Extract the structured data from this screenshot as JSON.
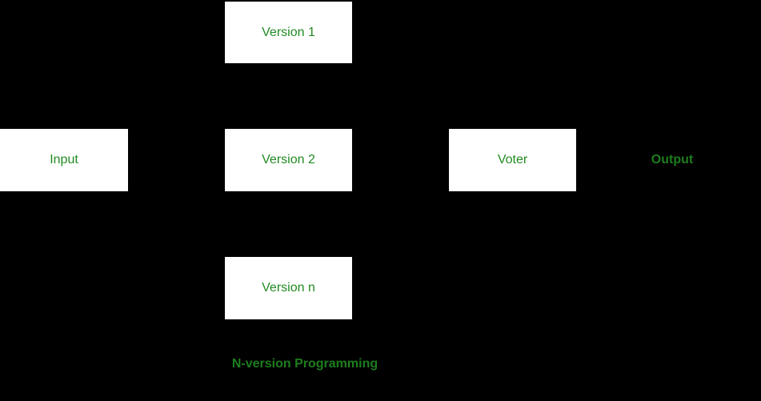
{
  "diagram": {
    "title": "N-version Programming",
    "nodes": {
      "version1": {
        "label": "Version 1"
      },
      "version2": {
        "label": "Version 2"
      },
      "version_n": {
        "label": "Version n"
      },
      "input": {
        "label": "Input"
      },
      "voter": {
        "label": "Voter"
      },
      "output": {
        "label": "Output"
      }
    },
    "colors": {
      "background": "#000000",
      "node_fill": "#ffffff",
      "label_green": "#228B22",
      "caption_green": "#1e7d1e"
    }
  }
}
